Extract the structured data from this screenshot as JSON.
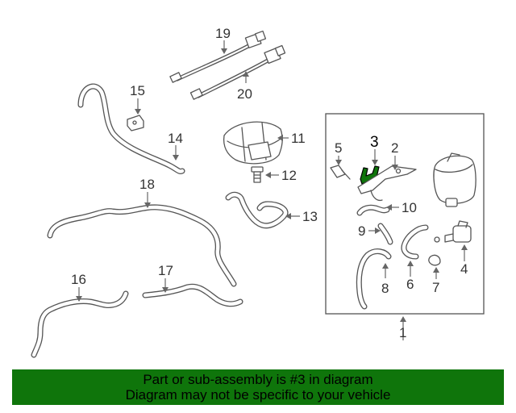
{
  "callouts": {
    "c1": "1",
    "c2": "2",
    "c3": "3",
    "c4": "4",
    "c5": "5",
    "c6": "6",
    "c7": "7",
    "c8": "8",
    "c9": "9",
    "c10": "10",
    "c11": "11",
    "c12": "12",
    "c13": "13",
    "c14": "14",
    "c15": "15",
    "c16": "16",
    "c17": "17",
    "c18": "18",
    "c19": "19",
    "c20": "20"
  },
  "highlight": {
    "part_number": "3",
    "color": "#0f750b"
  },
  "banner": {
    "line1": "Part or sub-assembly is #3 in diagram",
    "line2": "Diagram may not be specific to your vehicle",
    "background": "#0f750b"
  }
}
